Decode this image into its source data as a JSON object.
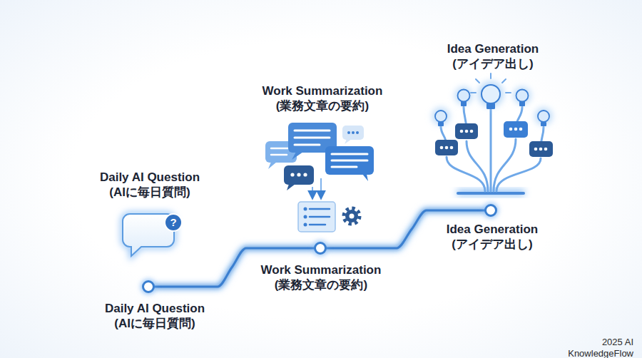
{
  "diagram": {
    "nodes": [
      {
        "text": [
          "Daily AI Question (AIに毎日質問)"
        ]
      },
      {
        "text": [
          "Work Summarization (業務文章の要約)"
        ]
      },
      {
        "text": [
          "Idea Generation (アイデア出し)"
        ]
      }
    ],
    "edges": [
      {
        "from": 0,
        "to": 1,
        "arrow": "none"
      },
      {
        "from": 1,
        "to": 2,
        "arrow": "none"
      }
    ],
    "labels": [
      "Idea Generation (アイデア出し)",
      "Work Summarization (業務文章の要約)",
      "Daily AI Question (AIに毎日質問)",
      "?",
      "2025 AI KnowledgeFlow"
    ]
  }
}
